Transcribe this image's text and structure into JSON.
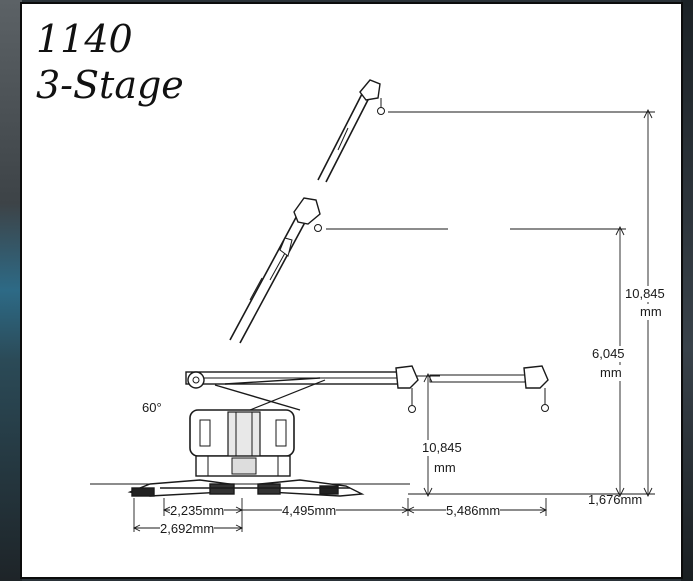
{
  "title": {
    "line1": "1140",
    "line2": "3-Stage"
  },
  "dimensions": {
    "max_tip_height_value": "10,845",
    "max_tip_height_unit": "mm",
    "mid_tip_height_value": "6,045",
    "mid_tip_height_unit": "mm",
    "horizontal_reach_height_value": "10,845",
    "horizontal_reach_height_unit": "mm",
    "base_height": "1,676mm",
    "angle": "60°",
    "outrigger_inner": "2,235mm",
    "outrigger_outer": "2,692mm",
    "boom_base_reach": "4,495mm",
    "boom_extension_reach": "5,486mm"
  },
  "colors": {
    "line": "#1a1a1a",
    "frame": "#0c0c0c",
    "sheet": "#ffffff"
  }
}
